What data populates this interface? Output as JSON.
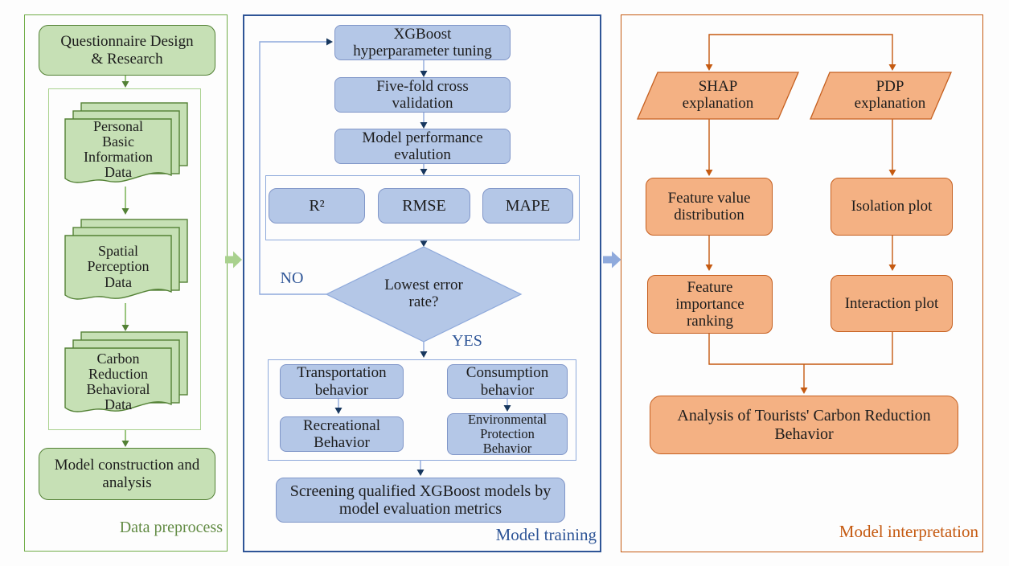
{
  "colors": {
    "page-bg": "#fdfdfd",
    "ink": "#1c1c1c",
    "green-fill": "#c6e0b5",
    "green-border": "#538135",
    "green-panel": "#70ad47",
    "green-inner": "#a9d18e",
    "green-label": "#638c45",
    "green-arrow": "#a9d18e",
    "blue-fill": "#b4c7e7",
    "blue-border": "#8096c8",
    "blue-panel": "#2f5597",
    "blue-line": "#8ea9db",
    "blue-dark": "#17375e",
    "blue-label": "#2e5597",
    "blue-arrow": "#8faadc",
    "orange-fill": "#f4b183",
    "orange-border": "#c55f1f",
    "orange-panel": "#c55a11",
    "orange-label": "#c55a11"
  },
  "preprocess": {
    "label": "Data preprocess",
    "questionnaire": "Questionnaire Design & Research",
    "documents": [
      {
        "label": "Personal Basic Information Data"
      },
      {
        "label": "Spatial Perception Data"
      },
      {
        "label": "Carbon Reduction Behavioral Data"
      }
    ],
    "model_construction": "Model construction and analysis"
  },
  "training": {
    "label": "Model training",
    "tuning": "XGBoost hyperparameter tuning",
    "cross_validation": "Five-fold cross validation",
    "evaluation": "Model performance evalution",
    "metrics": [
      {
        "label": "R²"
      },
      {
        "label": "RMSE"
      },
      {
        "label": "MAPE"
      }
    ],
    "decision": "Lowest error rate?",
    "no_label": "NO",
    "yes_label": "YES",
    "behaviors": [
      {
        "label": "Transportation behavior"
      },
      {
        "label": "Consumption behavior"
      },
      {
        "label": "Recreational Behavior"
      },
      {
        "label": "Environmental Protection Behavior"
      }
    ],
    "screening": "Screening qualified XGBoost models by model evaluation metrics"
  },
  "interpretation": {
    "label": "Model interpretation",
    "shap": "SHAP explanation",
    "pdp": "PDP explanation",
    "feature_value": "Feature value distribution",
    "isolation": "Isolation plot",
    "feature_importance": "Feature importance ranking",
    "interaction": "Interaction plot",
    "analysis": "Analysis of Tourists' Carbon Reduction Behavior"
  }
}
